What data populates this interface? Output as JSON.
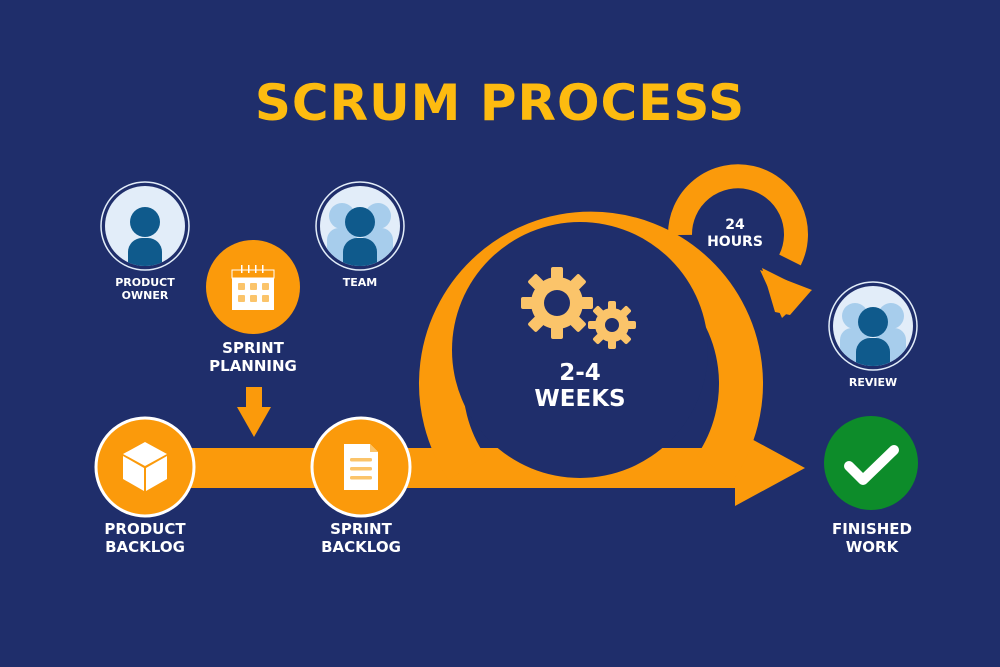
{
  "title": "SCRUM PROCESS",
  "colors": {
    "background": "#1f2e6b",
    "accent_orange": "#fb9a0b",
    "title_yellow": "#fdbb10",
    "gear_yellow": "#fbc46a",
    "finished_green": "#0d8c2a",
    "avatar_bg": "#e2edf9",
    "avatar_dark": "#0f5a8c",
    "avatar_light": "#a7cdec"
  },
  "roles": [
    {
      "id": "product-owner",
      "label": "PRODUCT\nOWNER",
      "icon": "person-icon"
    },
    {
      "id": "team",
      "label": "TEAM",
      "icon": "group-icon"
    },
    {
      "id": "review",
      "label": "REVIEW",
      "icon": "group-icon"
    }
  ],
  "steps": [
    {
      "id": "product-backlog",
      "label": "PRODUCT\nBACKLOG",
      "icon": "cube-icon"
    },
    {
      "id": "sprint-planning",
      "label": "SPRINT\nPLANNING",
      "icon": "calendar-icon"
    },
    {
      "id": "sprint-backlog",
      "label": "SPRINT\nBACKLOG",
      "icon": "document-icon"
    },
    {
      "id": "finished-work",
      "label": "FINISHED\nWORK",
      "icon": "checkmark-icon"
    }
  ],
  "sprint_cycle": {
    "label": "2-4\nWEEKS",
    "icon": "gears-icon"
  },
  "daily_cycle": {
    "label": "24\nHOURS"
  }
}
